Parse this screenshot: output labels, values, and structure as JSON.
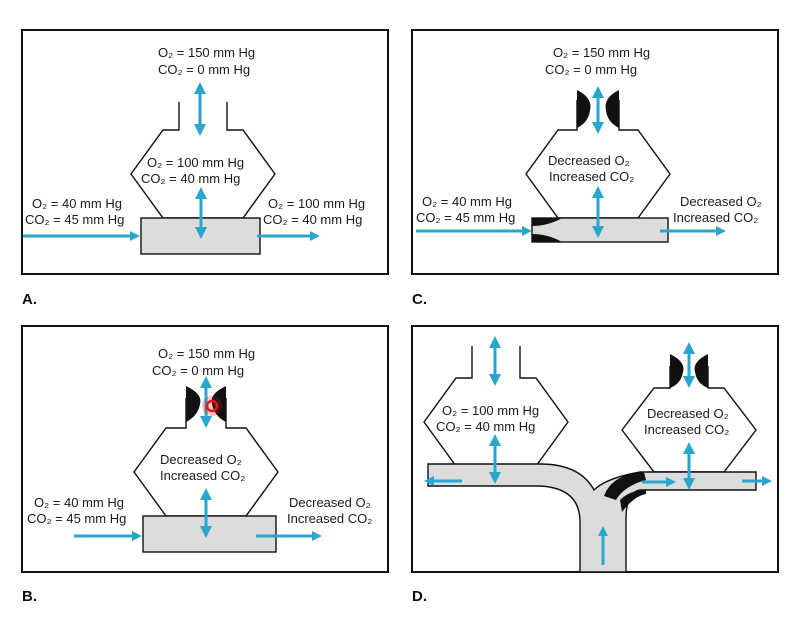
{
  "panels": {
    "A": {
      "label": "A.",
      "airway_o2": "O₂ = 150 mm Hg",
      "airway_co2": "CO₂ = 0 mm Hg",
      "alveolus_o2": "O₂ = 100 mm Hg",
      "alveolus_co2": "CO₂ = 40 mm Hg",
      "venous_o2": "O₂ = 40 mm Hg",
      "venous_co2": "CO₂ = 45 mm Hg",
      "arterial_o2": "O₂ = 100 mm Hg",
      "arterial_co2": "CO₂ = 40 mm Hg"
    },
    "B": {
      "label": "B.",
      "airway_o2": "O₂ = 150 mm Hg",
      "airway_co2": "CO₂ = 0 mm Hg",
      "alveolus_o2": "Decreased O₂",
      "alveolus_co2": "Increased CO₂",
      "venous_o2": "O₂ = 40 mm Hg",
      "venous_co2": "CO₂ = 45 mm Hg",
      "arterial_o2": "Decreased O₂",
      "arterial_co2": "Increased CO₂"
    },
    "C": {
      "label": "C.",
      "airway_o2": "O₂ = 150 mm Hg",
      "airway_co2": "CO₂ = 0 mm Hg",
      "alveolus_o2": "Decreased O₂",
      "alveolus_co2": "Increased CO₂",
      "venous_o2": "O₂ = 40 mm Hg",
      "venous_co2": "CO₂ = 45 mm Hg",
      "arterial_o2": "Decreased O₂",
      "arterial_co2": "Increased CO₂"
    },
    "D": {
      "label": "D.",
      "left_alveolus_o2": "O₂ = 100 mm Hg",
      "left_alveolus_co2": "CO₂ = 40 mm Hg",
      "right_alveolus_o2": "Decreased O₂",
      "right_alveolus_co2": "Increased CO₂"
    }
  },
  "colors": {
    "arrow": "#2aa6cc",
    "capillary": "#dcdcdc",
    "cursor": "#e01818"
  }
}
